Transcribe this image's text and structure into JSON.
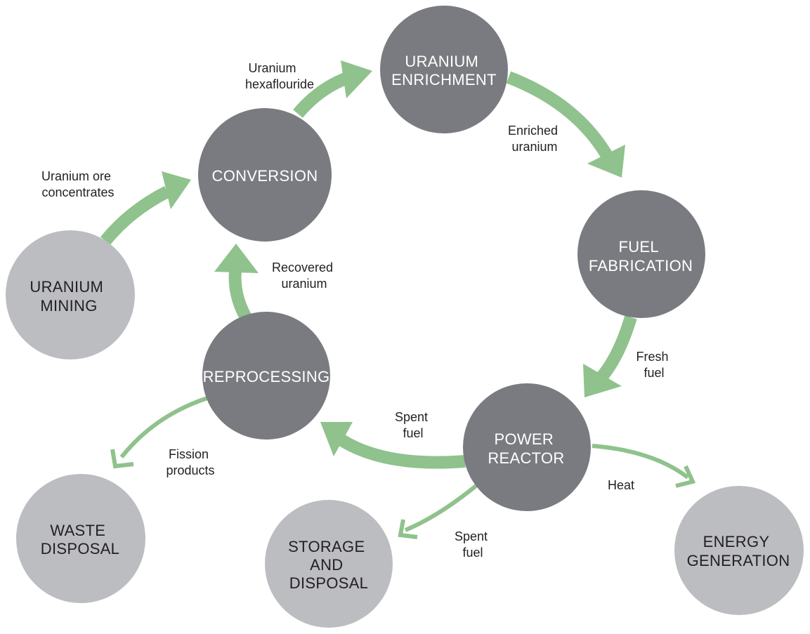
{
  "colors": {
    "dark_node": "#7a7b80",
    "light_node": "#bcbdc1",
    "arrow": "#8fc28c",
    "node_text_on_dark": "#ffffff",
    "node_text_on_light": "#231f20",
    "edge_text": "#231f20"
  },
  "nodes": {
    "uranium_mining": {
      "lines": [
        "URANIUM",
        "MINING"
      ]
    },
    "conversion": {
      "lines": [
        "CONVERSION"
      ]
    },
    "uranium_enrichment": {
      "lines": [
        "URANIUM",
        "ENRICHMENT"
      ]
    },
    "fuel_fabrication": {
      "lines": [
        "FUEL",
        "FABRICATION"
      ]
    },
    "power_reactor": {
      "lines": [
        "POWER",
        "REACTOR"
      ]
    },
    "reprocessing": {
      "lines": [
        "REPROCESSING"
      ]
    },
    "waste_disposal": {
      "lines": [
        "WASTE",
        "DISPOSAL"
      ]
    },
    "storage_and_disposal": {
      "lines": [
        "STORAGE",
        "AND",
        "DISPOSAL"
      ]
    },
    "energy_generation": {
      "lines": [
        "ENERGY",
        "GENERATION"
      ]
    }
  },
  "edges": {
    "ore_concentrates": {
      "lines": [
        "Uranium ore",
        "concentrates"
      ]
    },
    "hexafluoride": {
      "lines": [
        "Uranium",
        "hexaflouride"
      ]
    },
    "enriched_uranium": {
      "lines": [
        "Enriched",
        "uranium"
      ]
    },
    "fresh_fuel": {
      "lines": [
        "Fresh",
        "fuel"
      ]
    },
    "spent_fuel_reprocessing": {
      "lines": [
        "Spent",
        "fuel"
      ]
    },
    "recovered_uranium": {
      "lines": [
        "Recovered",
        "uranium"
      ]
    },
    "fission_products": {
      "lines": [
        "Fission",
        "products"
      ]
    },
    "spent_fuel_storage": {
      "lines": [
        "Spent",
        "fuel"
      ]
    },
    "heat": {
      "lines": [
        "Heat"
      ]
    }
  }
}
